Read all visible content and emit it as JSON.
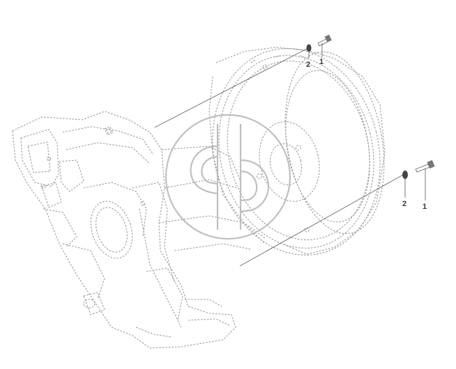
{
  "callouts": {
    "top_bolt": "1",
    "top_washer": "2",
    "bottom_bolt": "1",
    "bottom_washer": "2"
  },
  "colors": {
    "line": "#9a9a9a",
    "watermark": "#b5b5b5",
    "text": "#333333"
  }
}
